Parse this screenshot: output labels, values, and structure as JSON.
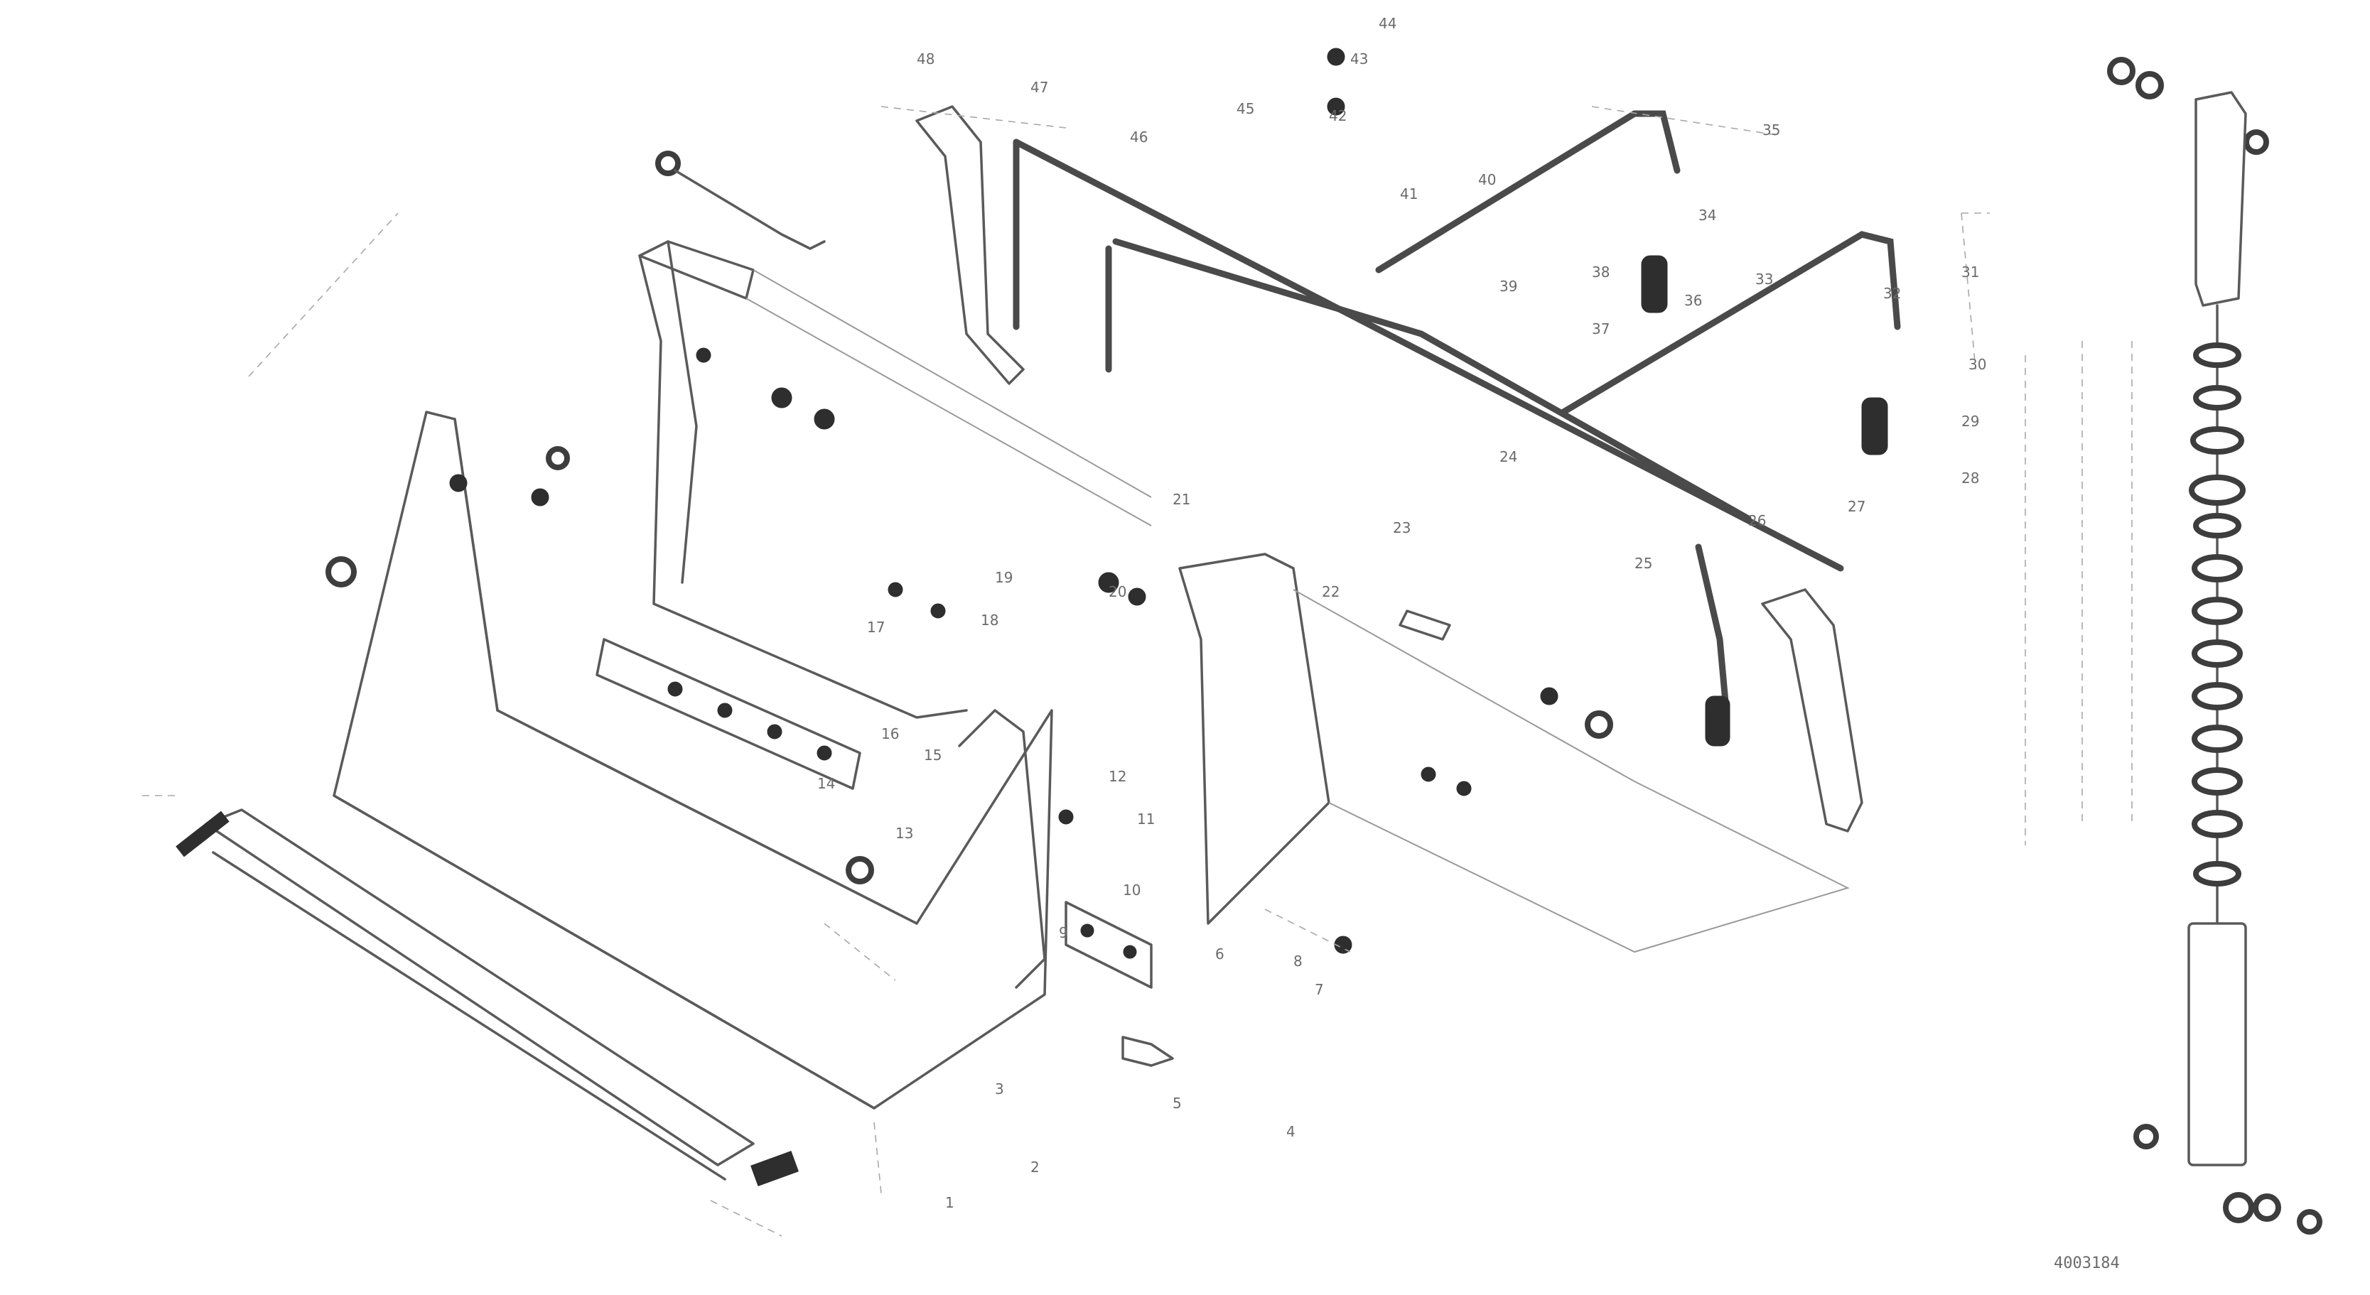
{
  "diagram": {
    "callouts": [
      "48",
      "47",
      "46",
      "45",
      "44",
      "43",
      "42",
      "41",
      "40",
      "39",
      "38",
      "37",
      "36",
      "35",
      "34",
      "33",
      "32",
      "31",
      "30",
      "29",
      "28",
      "27",
      "26",
      "25",
      "24",
      "23",
      "22",
      "21",
      "20",
      "19",
      "18",
      "17",
      "16",
      "15",
      "14",
      "13",
      "12",
      "11",
      "10",
      "9",
      "8",
      "7",
      "6",
      "5",
      "4",
      "3",
      "2",
      "1"
    ],
    "reference_code": "4003184"
  }
}
